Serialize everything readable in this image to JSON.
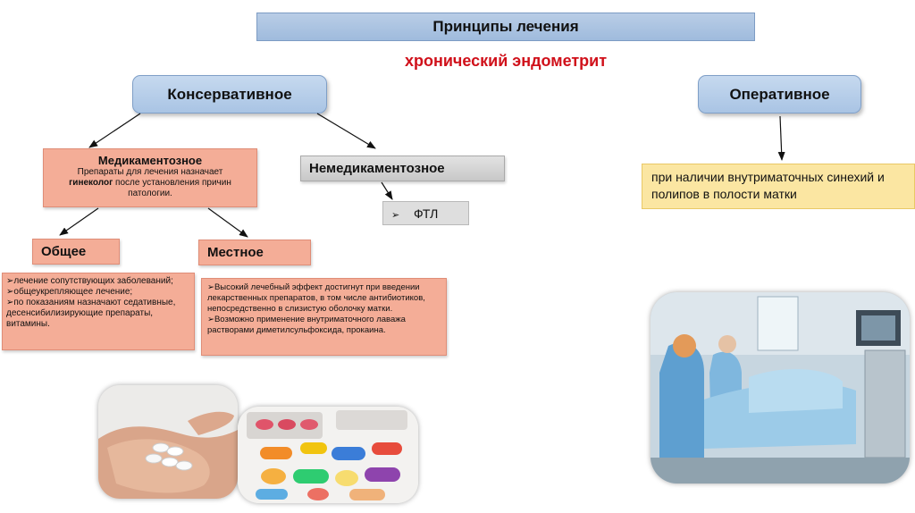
{
  "header": {
    "title": "Принципы лечения",
    "subtitle": "хронический эндометрит"
  },
  "branches": {
    "conservative": "Консервативное",
    "operative": "Оперативное"
  },
  "medical": {
    "heading": "Медикаментозное",
    "line1": "Препараты для лечения назначает",
    "line2_bold": "гинеколог",
    "line2_rest": " после установления причин",
    "line3": "патологии."
  },
  "nonmedical": {
    "heading": "Немедикаментозное",
    "item": "ФТЛ"
  },
  "general": {
    "heading": "Общее",
    "items": [
      "лечение сопутствующих заболеваний;",
      "общеукрепляющее лечение;",
      "по показаниям назначают седативные, десенсибилизирующие препараты, витамины."
    ]
  },
  "local": {
    "heading": "Местное",
    "items": [
      "Высокий лечебный эффект достигнут при введении лекарственных препаратов, в том числе антибиотиков, непосредственно в слизистую оболочку матки.",
      "Возможно применение внутриматочного лаважа растворами диметилсульфоксида, прокаина."
    ]
  },
  "operative_note": "при наличии внутриматочных синехий и полипов в полости матки",
  "colors": {
    "subtitle": "#d0101a",
    "blue_box": "#b6cde9",
    "salmon_box": "#f4ad97",
    "grey_box": "#d5d5d5",
    "yellow_box": "#fbe6a2"
  },
  "bullet_glyph": "➢"
}
